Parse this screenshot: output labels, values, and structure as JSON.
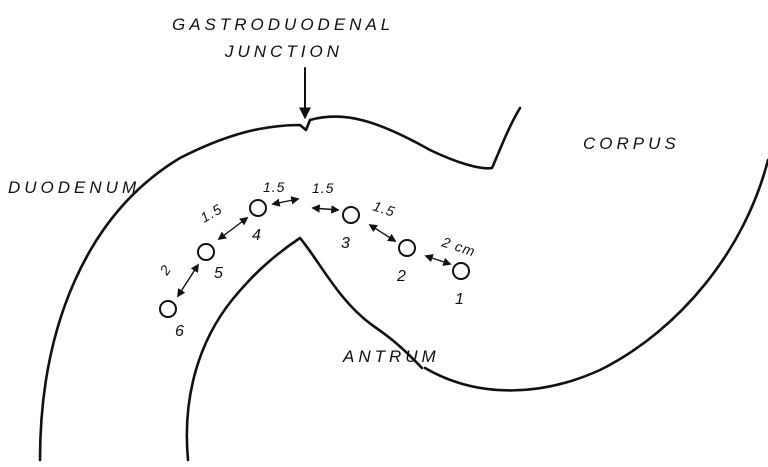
{
  "labels": {
    "junction_line1": "GASTRODUODENAL",
    "junction_line2": "JUNCTION",
    "corpus": "CORPUS",
    "duodenum": "DUODENUM",
    "antrum": "ANTRUM"
  },
  "electrodes": [
    {
      "number": "1"
    },
    {
      "number": "2"
    },
    {
      "number": "3"
    },
    {
      "number": "4"
    },
    {
      "number": "5"
    },
    {
      "number": "6"
    }
  ],
  "spacings": [
    {
      "between": "1-2",
      "label": "2 cm"
    },
    {
      "between": "2-3",
      "label": "1.5"
    },
    {
      "between": "3-4",
      "label": "1.5"
    },
    {
      "between": "3-4-upper",
      "label": "1.5"
    },
    {
      "between": "4-5",
      "label": "1.5"
    },
    {
      "between": "5-6",
      "label": "2"
    }
  ]
}
